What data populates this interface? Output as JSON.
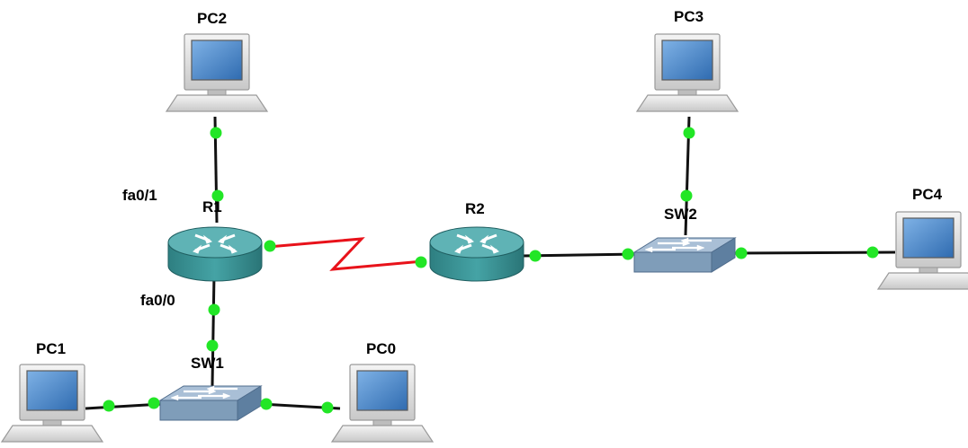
{
  "topology": {
    "devices": [
      {
        "id": "PC2",
        "label": "PC2",
        "type": "pc"
      },
      {
        "id": "PC3",
        "label": "PC3",
        "type": "pc"
      },
      {
        "id": "PC4",
        "label": "PC4",
        "type": "pc"
      },
      {
        "id": "PC1",
        "label": "PC1",
        "type": "pc"
      },
      {
        "id": "PC0",
        "label": "PC0",
        "type": "pc"
      },
      {
        "id": "R1",
        "label": "R1",
        "type": "router"
      },
      {
        "id": "R2",
        "label": "R2",
        "type": "router"
      },
      {
        "id": "SW1",
        "label": "SW1",
        "type": "switch"
      },
      {
        "id": "SW2",
        "label": "SW2",
        "type": "switch"
      }
    ],
    "links": [
      {
        "from": "PC2",
        "to": "R1",
        "kind": "ethernet"
      },
      {
        "from": "R1",
        "to": "R2",
        "kind": "serial"
      },
      {
        "from": "R1",
        "to": "SW1",
        "kind": "ethernet"
      },
      {
        "from": "PC1",
        "to": "SW1",
        "kind": "ethernet"
      },
      {
        "from": "SW1",
        "to": "PC0",
        "kind": "ethernet"
      },
      {
        "from": "R2",
        "to": "SW2",
        "kind": "ethernet"
      },
      {
        "from": "PC3",
        "to": "SW2",
        "kind": "ethernet"
      },
      {
        "from": "SW2",
        "to": "PC4",
        "kind": "ethernet"
      }
    ],
    "interface_labels": {
      "r1_fa01": "fa0/1",
      "r1_fa00": "fa0/0"
    },
    "colors": {
      "link_up": "#22e626",
      "ethernet_line": "#111111",
      "serial_line": "#e8121a",
      "router_body": "#3f9a9c",
      "switch_body": "#7f9db9",
      "pc_screen": "#4a86c8"
    }
  }
}
